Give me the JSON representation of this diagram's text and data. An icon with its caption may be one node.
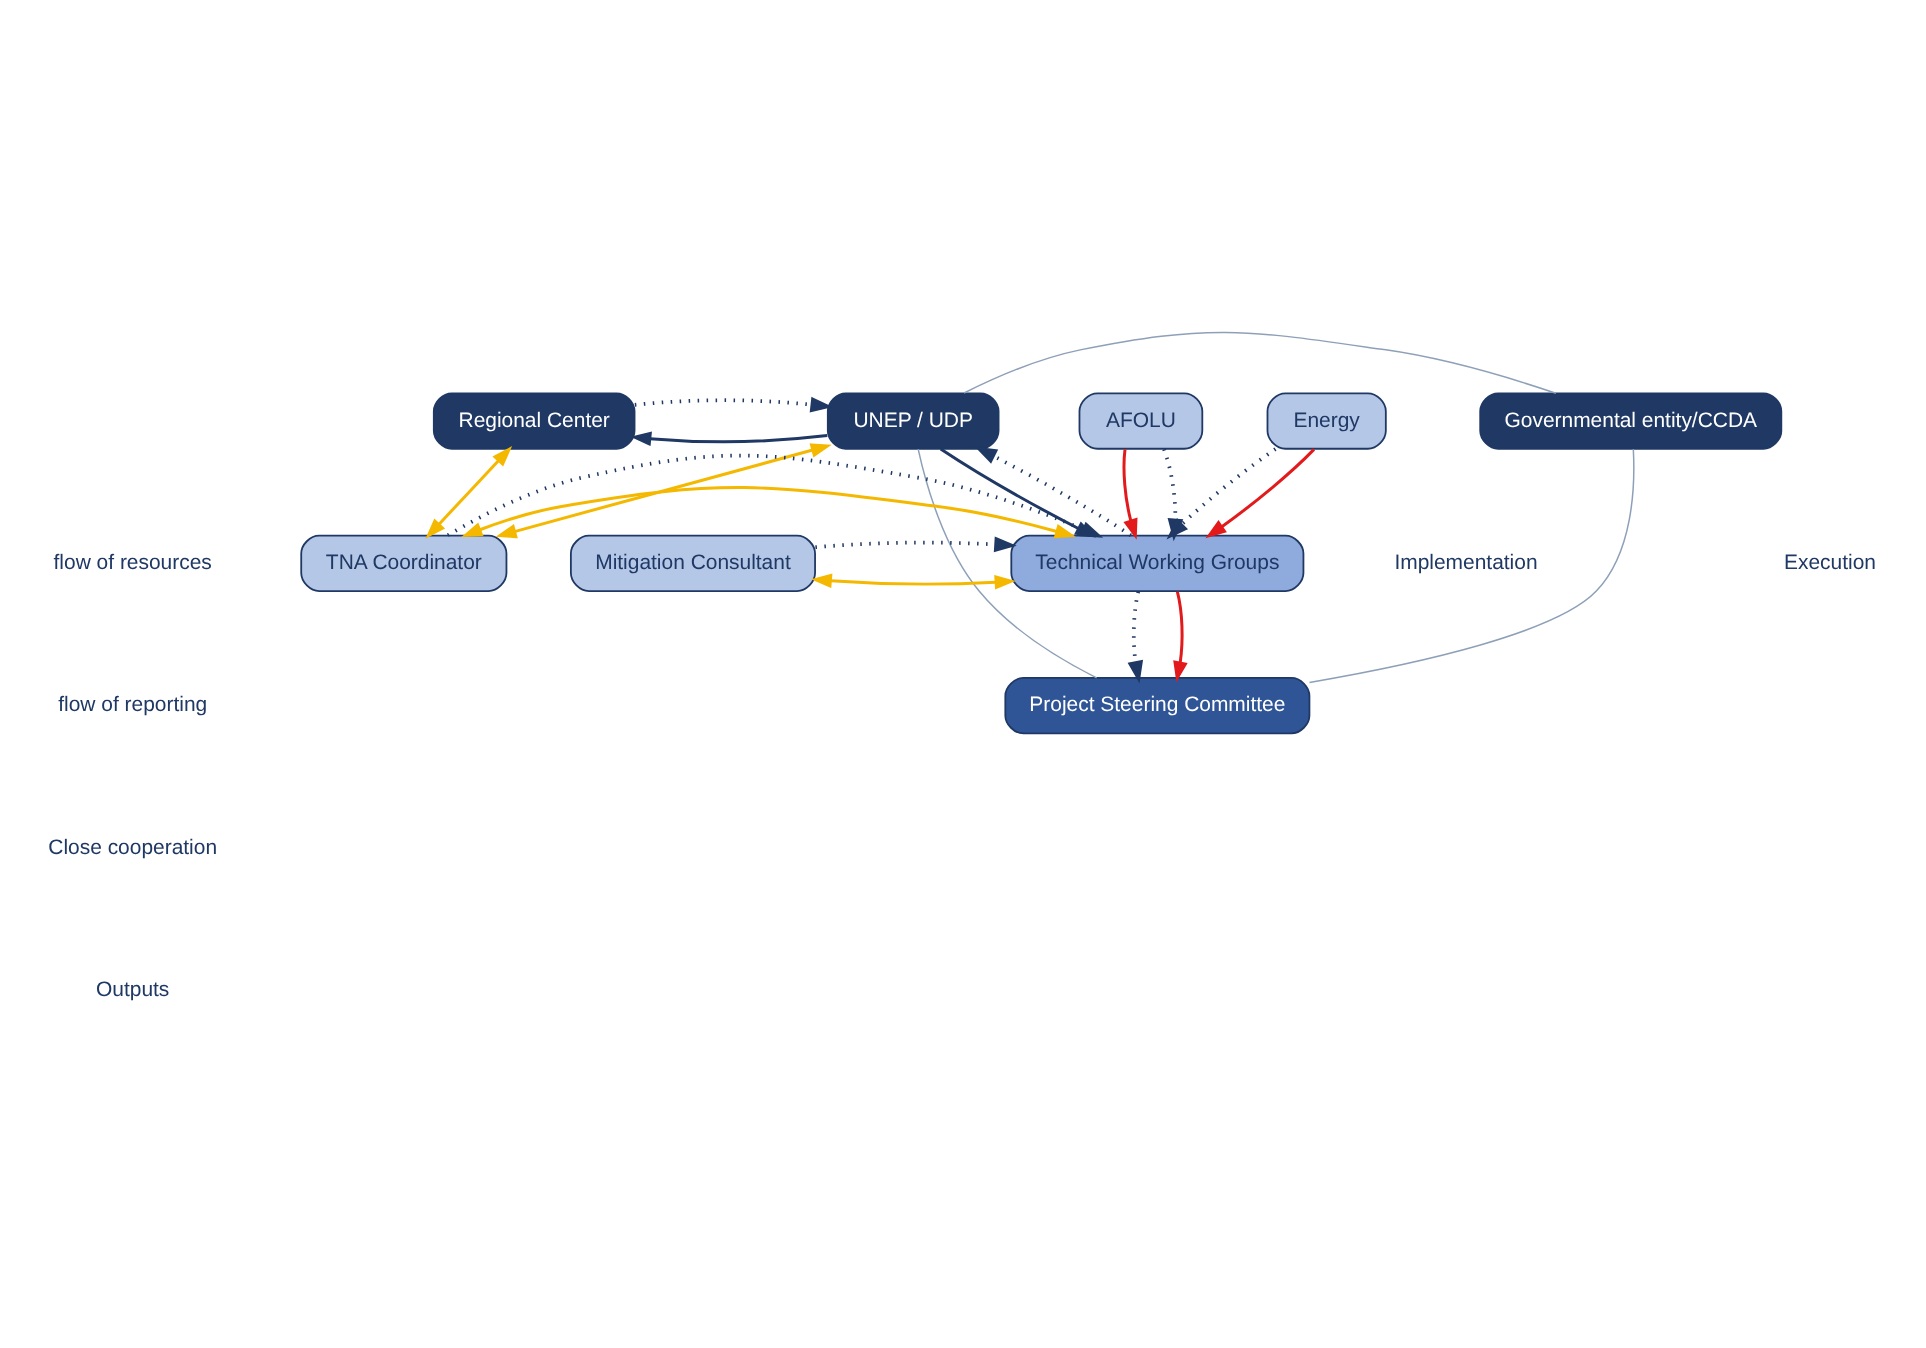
{
  "diagram": {
    "nodes": [
      {
        "text": [
          "Regional Center"
        ]
      },
      {
        "text": [
          "UNEP / UDP"
        ]
      },
      {
        "text": [
          "Governmental entity/CCDA"
        ]
      },
      {
        "text": [
          "Project Steering Committee"
        ]
      },
      {
        "text": [
          "TNA Coordinator"
        ]
      },
      {
        "text": [
          "Technical Working Groups"
        ]
      },
      {
        "text": [
          "Mitigation Consultant"
        ]
      },
      {
        "text": [
          "AFOLU"
        ]
      },
      {
        "text": [
          "Energy"
        ]
      }
    ],
    "edges": [
      {
        "from": 1,
        "to": 0,
        "arrow": "to"
      },
      {
        "from": 0,
        "to": 1,
        "arrow": "to",
        "style": "dashed"
      },
      {
        "from": 1,
        "to": 2,
        "arrow": "none",
        "color": "#8ea0b8"
      },
      {
        "from": 1,
        "to": 3,
        "arrow": "none",
        "color": "#8ea0b8"
      },
      {
        "from": 2,
        "to": 3,
        "arrow": "none",
        "color": "#8ea0b8"
      },
      {
        "from": 0,
        "to": 4,
        "arrow": "both",
        "color": "#f5b800"
      },
      {
        "from": 1,
        "to": 4,
        "arrow": "both",
        "color": "#f5b800"
      },
      {
        "from": 1,
        "to": 5,
        "arrow": "to"
      },
      {
        "from": 5,
        "to": 1,
        "arrow": "to",
        "style": "dashed"
      },
      {
        "from": 5,
        "to": 3,
        "arrow": "to",
        "style": "dashed"
      },
      {
        "from": 5,
        "to": 3,
        "arrow": "to",
        "color": "#e31a1c"
      },
      {
        "from": 4,
        "to": 5,
        "arrow": "both",
        "color": "#f5b800"
      },
      {
        "from": 4,
        "to": 5,
        "arrow": "to",
        "style": "dashed"
      },
      {
        "from": 6,
        "to": 5,
        "arrow": "both",
        "color": "#f5b800"
      },
      {
        "from": 6,
        "to": 5,
        "arrow": "to",
        "style": "dashed"
      },
      {
        "from": 7,
        "to": 5,
        "arrow": "to",
        "color": "#e31a1c"
      },
      {
        "from": 7,
        "to": 5,
        "arrow": "to",
        "style": "dashed"
      },
      {
        "from": 8,
        "to": 5,
        "arrow": "to",
        "style": "dashed"
      },
      {
        "from": 8,
        "to": 5,
        "arrow": "to",
        "color": "#e31a1c"
      }
    ],
    "labels": [
      "Implementation",
      "Execution"
    ],
    "legend": [
      {
        "text": "flow of resources"
      },
      {
        "text": "flow of reporting"
      },
      {
        "text": "Close cooperation"
      },
      {
        "text": "Outputs"
      }
    ]
  }
}
